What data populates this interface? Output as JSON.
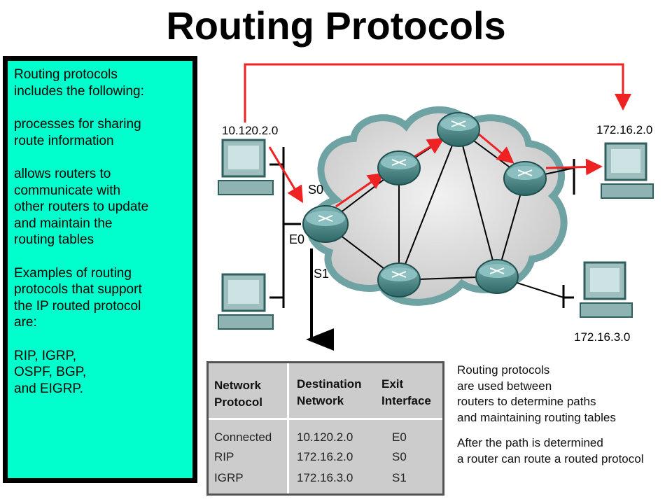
{
  "title": "Routing Protocols",
  "side_panel": {
    "paragraphs": [
      "Routing protocols\nincludes the following:",
      "processes for sharing\nroute information",
      "allows routers to\ncommunicate with\nother routers to update\nand maintain the\nrouting tables",
      "Examples of routing\nprotocols that support\nthe IP routed protocol\nare:",
      "RIP, IGRP,\nOSPF, BGP,\nand EIGRP."
    ]
  },
  "diagram": {
    "networks": [
      "10.120.2.0",
      "172.16.2.0",
      "172.16.3.0"
    ],
    "interfaces": [
      "S0",
      "E0",
      "S1"
    ]
  },
  "table": {
    "headers": [
      "Network\nProtocol",
      "Destination\nNetwork",
      "Exit\nInterface"
    ],
    "rows": [
      {
        "protocol": "Connected",
        "network": "10.120.2.0",
        "interface": "E0"
      },
      {
        "protocol": "RIP",
        "network": "172.16.2.0",
        "interface": "S0"
      },
      {
        "protocol": "IGRP",
        "network": "172.16.3.0",
        "interface": "S1"
      }
    ]
  },
  "note": {
    "paragraphs": [
      "Routing protocols\nare used between\nrouters to determine  paths\nand maintaining routing tables",
      "After the path is determined\na router can route a routed protocol"
    ]
  },
  "colors": {
    "panel": "#00ffcc",
    "path_arrow": "#ee2222",
    "router": "#4a8a8a",
    "cloud": "#d8d8d8"
  }
}
